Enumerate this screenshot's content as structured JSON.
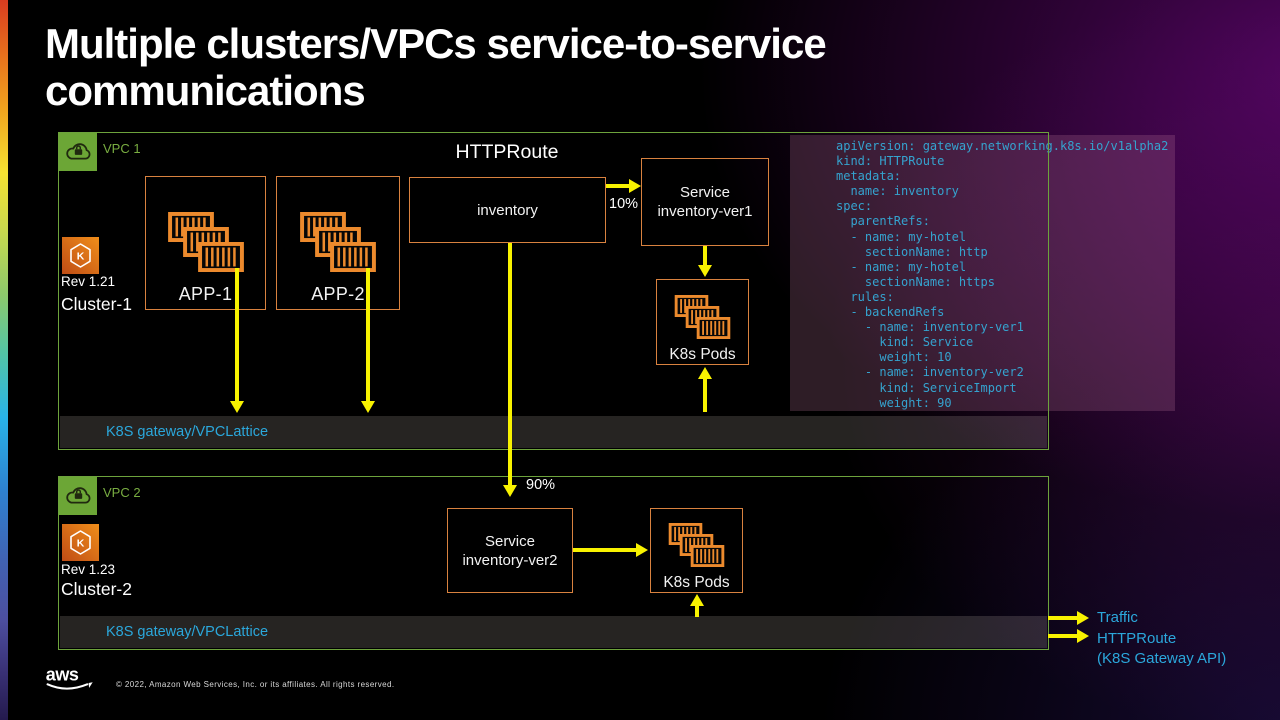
{
  "slide": {
    "title_line1": "Multiple clusters/VPCs service-to-service",
    "title_line2": "communications"
  },
  "vpc1": {
    "label": "VPC 1",
    "rev": "Rev 1.21",
    "cluster": "Cluster-1",
    "app1": "APP-1",
    "app2": "APP-2",
    "httproute_title": "HTTPRoute",
    "inventory": "inventory",
    "service_ver1": "Service\ninventory-ver1",
    "pods": "K8s Pods",
    "gateway": "K8S gateway/VPCLattice",
    "weight": "10%"
  },
  "vpc2": {
    "label": "VPC 2",
    "rev": "Rev 1.23",
    "cluster": "Cluster-2",
    "service_ver2": "Service\ninventory-ver2",
    "pods": "K8s Pods",
    "gateway": "K8S gateway/VPCLattice",
    "weight": "90%"
  },
  "code": {
    "text": "apiVersion: gateway.networking.k8s.io/v1alpha2\nkind: HTTPRoute\nmetadata:\n  name: inventory\nspec:\n  parentRefs:\n  - name: my-hotel\n    sectionName: http\n  - name: my-hotel\n    sectionName: https\n  rules:\n  - backendRefs\n    - name: inventory-ver1\n      kind: Service\n      weight: 10\n    - name: inventory-ver2\n      kind: ServiceImport\n      weight: 90"
  },
  "legend": {
    "traffic": "Traffic",
    "httproute": "HTTPRoute",
    "httproute_sub": "(K8S Gateway API)"
  },
  "footer": {
    "logo_text": "aws",
    "copyright": "© 2022, Amazon Web Services, Inc. or its affiliates.  All rights reserved."
  },
  "colors": {
    "accent_yellow": "#f8f200",
    "accent_cyan": "#2ba7db",
    "vpc_green": "#6da33c",
    "box_orange": "#d9823f",
    "container_orange": "#ec8a2d"
  }
}
